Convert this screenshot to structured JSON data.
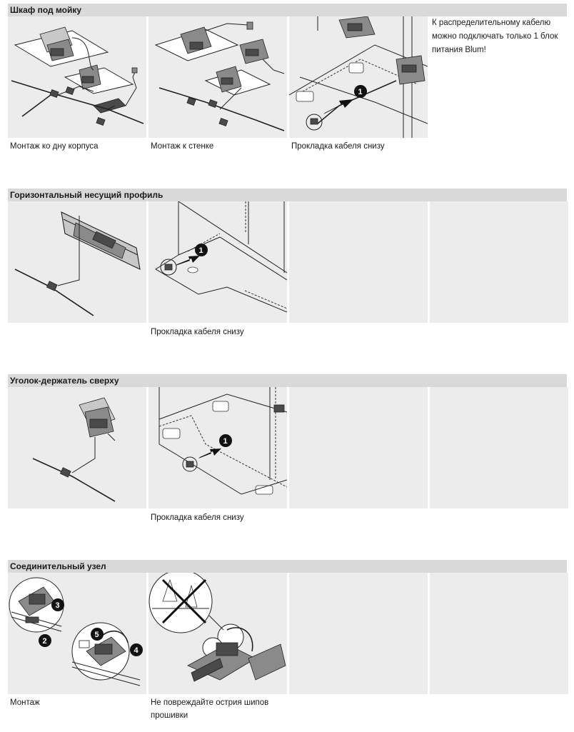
{
  "sections": [
    {
      "title": "Шкаф под мойку",
      "captions": [
        "Монтаж ко дну корпуса",
        "Монтаж к стенке",
        "Прокладка кабеля снизу"
      ],
      "note": [
        "К распределительному кабелю",
        "можно подключать только 1 блок",
        "питания Blum!"
      ]
    },
    {
      "title": "Горизонтальный несущий профиль",
      "captions": [
        "",
        "Прокладка кабеля снизу"
      ]
    },
    {
      "title": "Уголок-держатель сверху",
      "captions": [
        "",
        "Прокладка кабеля снизу"
      ]
    },
    {
      "title": "Соединительный узел",
      "captions": [
        "Монтаж",
        "Не повреждайте острия шипов",
        "прошивки"
      ]
    }
  ],
  "step_markers": [
    "1",
    "1",
    "1",
    "2",
    "3",
    "4",
    "5"
  ],
  "colors": {
    "header_bg": "#d9d9d9",
    "panel_bg": "#ececec",
    "text": "#1a1a1a"
  }
}
